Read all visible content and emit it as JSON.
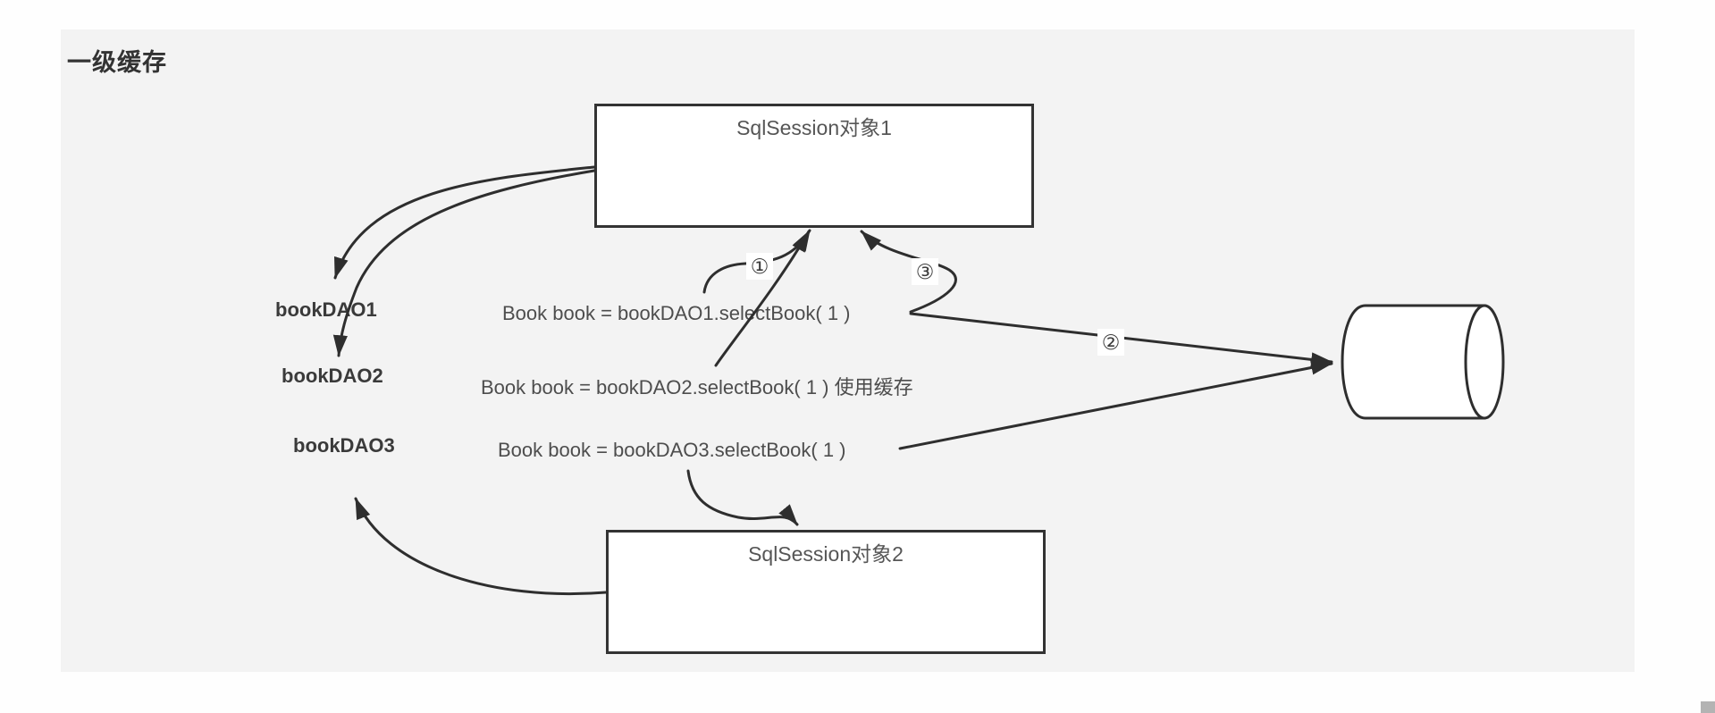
{
  "page": {
    "title": "一级缓存"
  },
  "diagram": {
    "session1": {
      "label": "SqlSession对象1"
    },
    "session2": {
      "label": "SqlSession对象2"
    },
    "daos": [
      {
        "label": "bookDAO1"
      },
      {
        "label": "bookDAO2"
      },
      {
        "label": "bookDAO3"
      }
    ],
    "statements": [
      {
        "text": "Book book = bookDAO1.selectBook( 1 )"
      },
      {
        "text": "Book book = bookDAO2.selectBook( 1 ) 使用缓存"
      },
      {
        "text": "Book book = bookDAO3.selectBook( 1 )"
      }
    ],
    "badges": [
      {
        "label": "①"
      },
      {
        "label": "②"
      },
      {
        "label": "③"
      }
    ],
    "database": {
      "shape": "cylinder"
    },
    "colors": {
      "panel_background": "#f3f3f3",
      "stroke": "#2e2e2e",
      "box_border": "#333333",
      "statement_text": "#4d4d4d",
      "dao_text": "#3a3a3a",
      "title_text": "#333333",
      "scroll_corner": "#b3b3b3"
    }
  }
}
